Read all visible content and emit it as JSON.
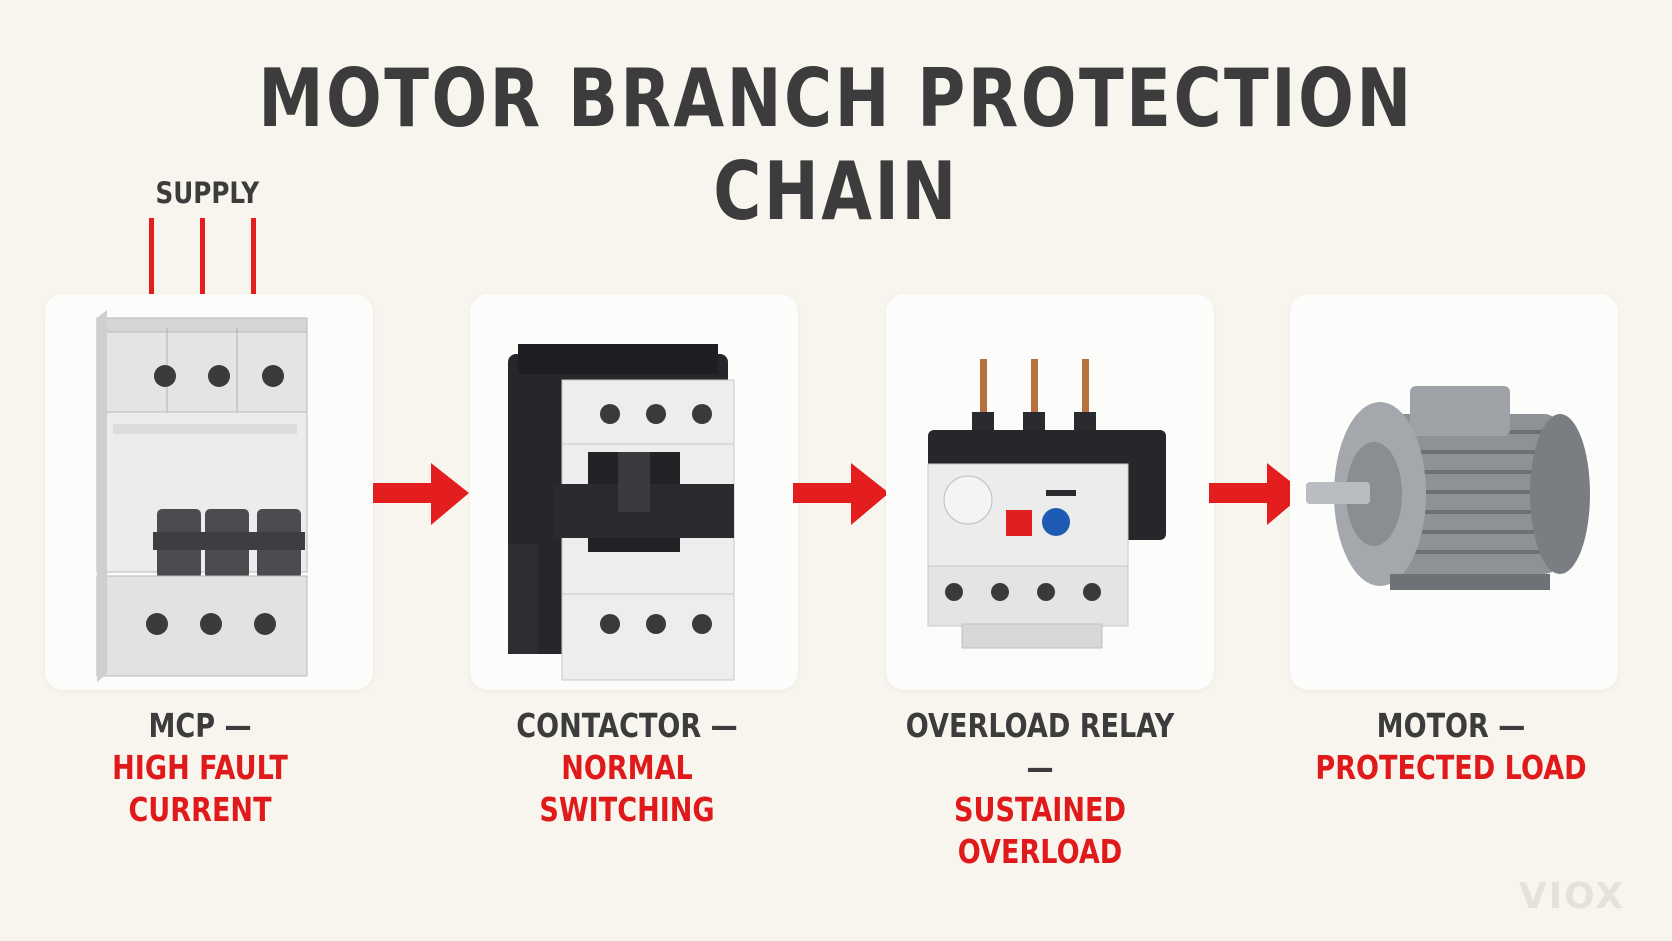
{
  "title": "MOTOR BRANCH PROTECTION CHAIN",
  "supply_label": "SUPPLY",
  "stages": [
    {
      "name": "MCP —",
      "role": "HIGH FAULT CURRENT"
    },
    {
      "name": "CONTACTOR —",
      "role": "NORMAL SWITCHING"
    },
    {
      "name": "OVERLOAD RELAY —",
      "role": "SUSTAINED OVERLOAD"
    },
    {
      "name": "MOTOR —",
      "role": "PROTECTED LOAD"
    }
  ],
  "watermark": "VIOX",
  "colors": {
    "accent": "#e41e1e",
    "text": "#3c3c3c",
    "background": "#f8f5ee"
  }
}
